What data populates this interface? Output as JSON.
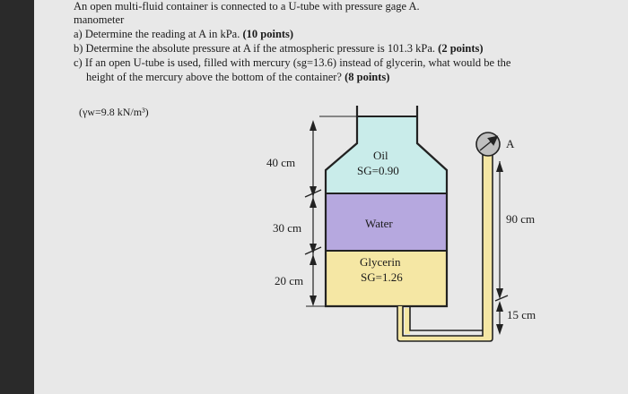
{
  "header": {
    "title_line": "An open multi-fluid container is connected to a U-tube with pressure gage A.",
    "manometer": "manometer"
  },
  "questions": {
    "a": "a) Determine the reading at A in kPa.",
    "a_points": "(10 points)",
    "b": "b) Determine the absolute pressure at A if the atmospheric pressure is 101.3 kPa.",
    "b_points": "(2 points)",
    "c_line1": "c) If an open U-tube is used, filled with mercury (sg=13.6) instead of glycerin, what would be the",
    "c_line2": "height of the mercury above the bottom of the container?",
    "c_points": "(8 points)"
  },
  "given": {
    "gamma_w": "(γw=9.8 kN/m³)"
  },
  "diagram": {
    "layers": [
      {
        "name": "Oil",
        "sg": "SG=0.90",
        "height_label": "40 cm",
        "color": "#c9ecea"
      },
      {
        "name": "Water",
        "sg": "",
        "height_label": "30 cm",
        "color": "#b6a8df"
      },
      {
        "name": "Glycerin",
        "sg": "SG=1.26",
        "height_label": "20 cm",
        "color": "#f5e7a4"
      }
    ],
    "gauge_label": "A",
    "right_dimension": "90 cm",
    "bottom_dimension": "15 cm",
    "tube_color": "#f5e7a4",
    "gauge_color": "#bfbfbf"
  }
}
